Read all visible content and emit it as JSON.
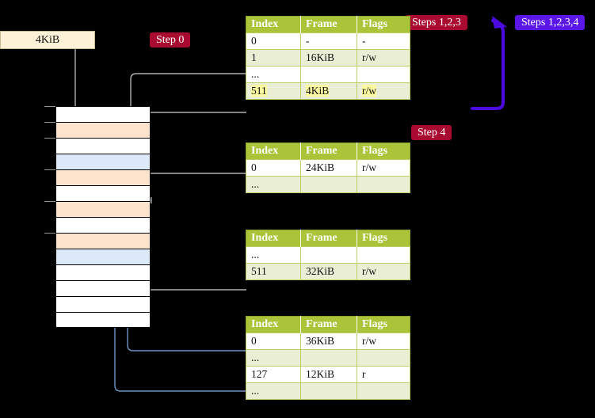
{
  "legend": {
    "size_box": "4KiB",
    "step0": "Step 0",
    "step4": "Step 4",
    "steps123": "Steps 1,2,3",
    "steps1234": "Steps 1,2,3,4"
  },
  "colors": {
    "table_header": "#a9c438",
    "table_row_alt": "#e9eed4",
    "highlight": "#fbf8a0",
    "badge_red": "#a90b30",
    "badge_blue": "#5b16e8",
    "memory_orange": "#fde2cc",
    "memory_blue": "#dce9f8",
    "size_box_bg": "#fdf1d7",
    "wire_grey": "#b0b0b0",
    "wire_blue": "#6e95c4"
  },
  "tables": [
    {
      "name": "pml4-table",
      "headers": [
        "Index",
        "Frame",
        "Flags"
      ],
      "rows": [
        {
          "index": "0",
          "frame": "-",
          "flags": "-",
          "shade": "odd",
          "highlight": false
        },
        {
          "index": "1",
          "frame": "16KiB",
          "flags": "r/w",
          "shade": "even",
          "highlight": false
        },
        {
          "index": "...",
          "frame": "",
          "flags": "",
          "shade": "odd",
          "highlight": false
        },
        {
          "index": "511",
          "frame": "4KiB",
          "flags": "r/w",
          "shade": "even",
          "highlight": true
        }
      ]
    },
    {
      "name": "pdp-table",
      "headers": [
        "Index",
        "Frame",
        "Flags"
      ],
      "rows": [
        {
          "index": "0",
          "frame": "24KiB",
          "flags": "r/w",
          "shade": "odd",
          "highlight": false
        },
        {
          "index": "...",
          "frame": "",
          "flags": "",
          "shade": "even",
          "highlight": false
        }
      ]
    },
    {
      "name": "pd-table",
      "headers": [
        "Index",
        "Frame",
        "Flags"
      ],
      "rows": [
        {
          "index": "...",
          "frame": "",
          "flags": "",
          "shade": "odd",
          "highlight": false
        },
        {
          "index": "511",
          "frame": "32KiB",
          "flags": "r/w",
          "shade": "even",
          "highlight": false
        }
      ]
    },
    {
      "name": "pt-table",
      "headers": [
        "Index",
        "Frame",
        "Flags"
      ],
      "rows": [
        {
          "index": "0",
          "frame": "36KiB",
          "flags": "r/w",
          "shade": "odd",
          "highlight": false
        },
        {
          "index": "...",
          "frame": "",
          "flags": "",
          "shade": "even",
          "highlight": false
        },
        {
          "index": "127",
          "frame": "12KiB",
          "flags": "r",
          "shade": "odd",
          "highlight": false
        },
        {
          "index": "...",
          "frame": "",
          "flags": "",
          "shade": "even",
          "highlight": false
        }
      ]
    }
  ],
  "memory_rows": [
    {
      "fill": "white",
      "tick": true
    },
    {
      "fill": "orange",
      "tick": true
    },
    {
      "fill": "white",
      "tick": true
    },
    {
      "fill": "blue",
      "tick": false
    },
    {
      "fill": "orange",
      "tick": true
    },
    {
      "fill": "white",
      "tick": false
    },
    {
      "fill": "orange",
      "tick": true
    },
    {
      "fill": "white",
      "tick": false
    },
    {
      "fill": "orange",
      "tick": true
    },
    {
      "fill": "blue",
      "tick": false
    },
    {
      "fill": "white",
      "tick": false
    },
    {
      "fill": "white",
      "tick": false
    },
    {
      "fill": "white",
      "tick": false
    },
    {
      "fill": "white",
      "tick": false
    }
  ]
}
